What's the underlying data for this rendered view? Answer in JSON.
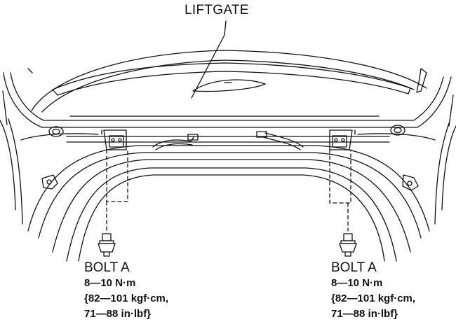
{
  "title": "LIFTGATE",
  "callouts": [
    {
      "name": "BOLT A",
      "torque_line1": "8—10 N·m",
      "torque_line2": "{82—101 kgf·cm,",
      "torque_line3": "71—88 in·lbf}"
    },
    {
      "name": "BOLT A",
      "torque_line1": "8—10 N·m",
      "torque_line2": "{82—101 kgf·cm,",
      "torque_line3": "71—88 in·lbf}"
    }
  ]
}
